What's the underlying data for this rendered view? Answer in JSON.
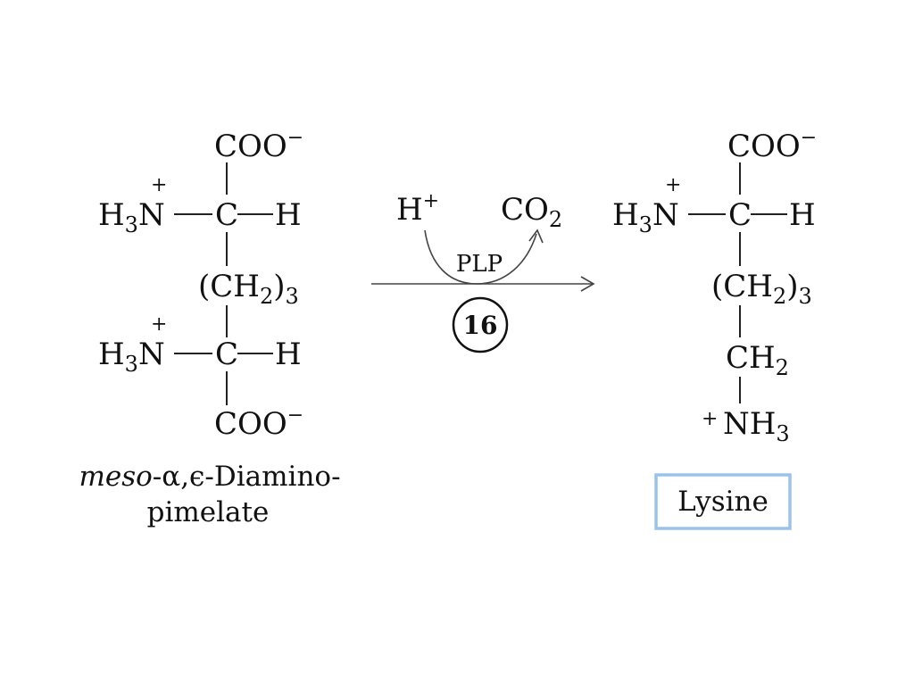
{
  "substrate": {
    "carboxyl_top": "COO",
    "charge_minus": "−",
    "amine_prefix": "H",
    "sub_3": "3",
    "nitrogen": "N",
    "charge_plus": "+",
    "carbon": "C",
    "hydrogen": "H",
    "chain_open": "(CH",
    "sub_2": "2",
    "chain_close": ")",
    "carboxyl_bottom": "COO",
    "name_line1_italic": "meso",
    "name_line1_rest": "-α,ϵ-Diamino-",
    "name_line2": "pimelate"
  },
  "reaction": {
    "proton": "H",
    "proton_charge": "+",
    "co2_main": "CO",
    "co2_sub": "2",
    "cofactor": "PLP",
    "step_number": "16"
  },
  "product": {
    "carboxyl_top": "COO",
    "charge_minus": "−",
    "amine_prefix": "H",
    "sub_3": "3",
    "nitrogen": "N",
    "charge_plus": "+",
    "carbon": "C",
    "hydrogen": "H",
    "chain_open": "(CH",
    "sub_2": "2",
    "chain_close": ")",
    "ch2": "CH",
    "nh3_plus": "+",
    "nh3": "NH",
    "name": "Lysine"
  },
  "colors": {
    "highlight_box": "#9bc3ea",
    "ink": "#111111"
  }
}
